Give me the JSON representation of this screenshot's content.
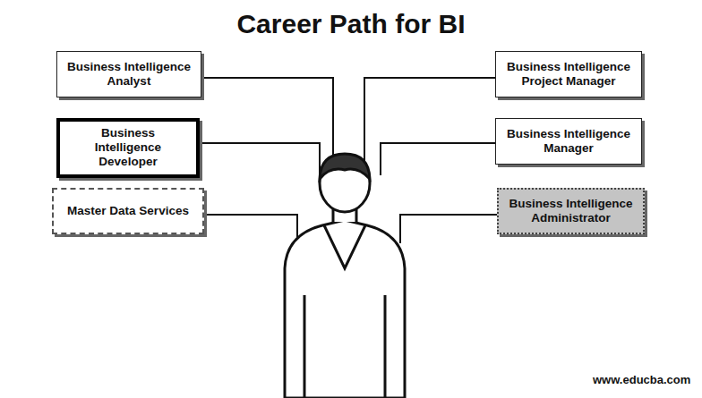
{
  "diagram": {
    "title": "Career Path for BI",
    "nodes": [
      {
        "text": [
          "Business Intelligence Analyst"
        ]
      },
      {
        "text": [
          "Business Intelligence Project Manager"
        ]
      },
      {
        "text": [
          "Business Intelligence Developer"
        ]
      },
      {
        "text": [
          "Business Intelligence Manager"
        ]
      },
      {
        "text": [
          "Master Data Services"
        ]
      },
      {
        "text": [
          "Business Intelligence Administrator"
        ]
      }
    ],
    "labels": [
      "www.educba.com"
    ]
  }
}
